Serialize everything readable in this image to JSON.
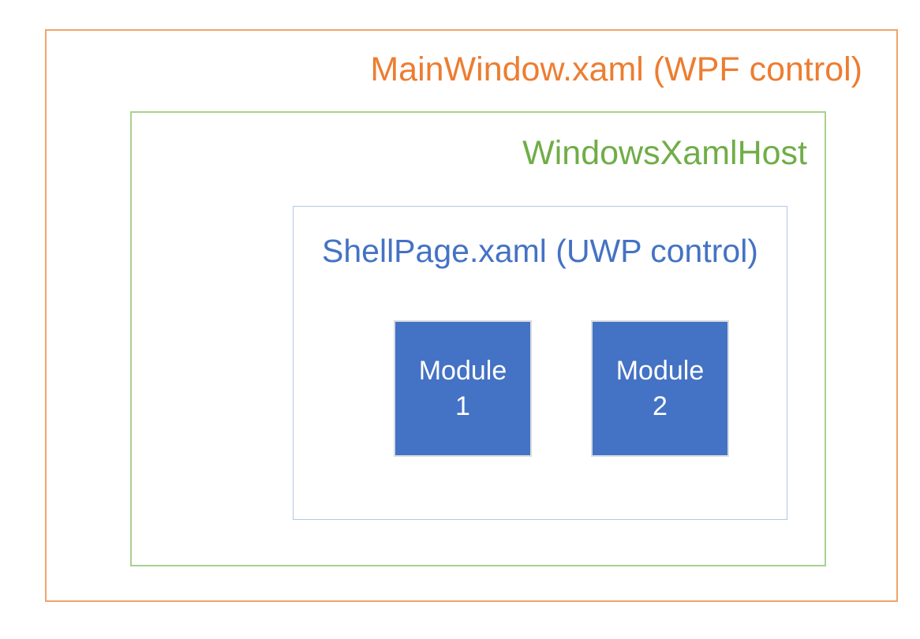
{
  "diagram": {
    "background": "#FFFFFF",
    "mainwindow": {
      "label": "MainWindow.xaml (WPF control)",
      "text_color": "#ED7D31",
      "border_color": "#F2A369"
    },
    "host": {
      "label": "WindowsXamlHost",
      "text_color": "#70AD47",
      "border_color": "#A9D18E"
    },
    "shell": {
      "label": "ShellPage.xaml (UWP control)",
      "text_color": "#4472C4",
      "border_color": "#B4C7E7"
    },
    "modules": [
      {
        "lines": [
          "Module",
          "1"
        ]
      },
      {
        "lines": [
          "Module",
          "2"
        ]
      }
    ],
    "module_style": {
      "fill": "#4472C4",
      "text_color": "#FFFFFF",
      "border_color": "#D8DBE0"
    }
  }
}
